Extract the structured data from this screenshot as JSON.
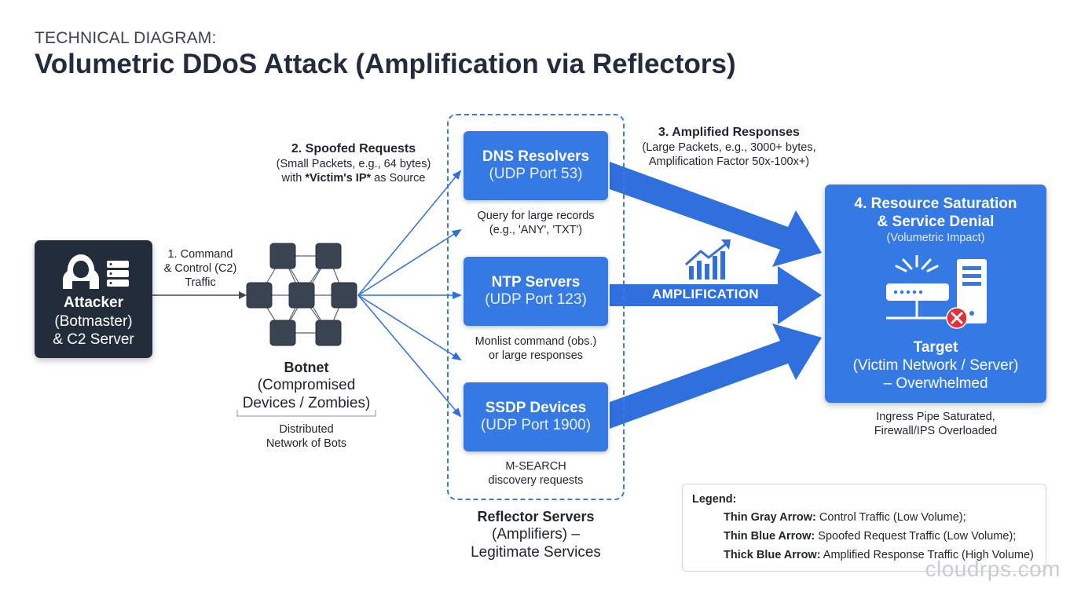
{
  "header": {
    "eyebrow": "TECHNICAL DIAGRAM:",
    "title": "Volumetric DDoS Attack (Amplification via Reflectors)"
  },
  "attacker": {
    "name": "Attacker",
    "line2": "(Botmaster)",
    "line3": "& C2 Server"
  },
  "step1": {
    "line1": "1. Command",
    "line2": "& Control (C2)",
    "line3": "Traffic"
  },
  "botnet": {
    "name": "Botnet",
    "line2": "(Compromised",
    "line3": "Devices / Zombies)",
    "note1": "Distributed",
    "note2": "Network of Bots"
  },
  "step2": {
    "title": "2. Spoofed Requests",
    "line2": "(Small Packets, e.g., 64 bytes)",
    "line3_pre": "with ",
    "line3_bold": "*Victim's IP*",
    "line3_post": " as Source"
  },
  "reflectors": {
    "dns": {
      "name": "DNS Resolvers",
      "port": "(UDP Port 53)",
      "note1": "Query for large records",
      "note2": "(e.g., 'ANY', 'TXT')"
    },
    "ntp": {
      "name": "NTP Servers",
      "port": "(UDP Port 123)",
      "note1": "Monlist command (obs.)",
      "note2": "or large responses"
    },
    "ssdp": {
      "name": "SSDP Devices",
      "port": "(UDP Port 1900)",
      "note1": "M-SEARCH",
      "note2": "discovery requests"
    },
    "group_title": "Reflector Servers",
    "group_line2": "(Amplifiers) –",
    "group_line3": "Legitimate Services"
  },
  "step3": {
    "title": "3. Amplified Responses",
    "line2": "(Large Packets, e.g., 3000+ bytes,",
    "line3": "Amplification Factor 50x-100x+)",
    "arrow_label": "AMPLIFICATION"
  },
  "target": {
    "h1": "4. Resource Saturation",
    "h2": "& Service Denial",
    "h3": "(Volumetric Impact)",
    "name": "Target",
    "line2": "(Victim Network / Server)",
    "line3": "– Overwhelmed",
    "note1": "Ingress Pipe Saturated,",
    "note2": "Firewall/IPS Overloaded"
  },
  "legend": {
    "title": "Legend:",
    "rows": [
      {
        "bold": "Thin Gray Arrow:",
        "text": " Control Traffic (Low Volume);"
      },
      {
        "bold": "Thin Blue Arrow:",
        "text": " Spoofed Request Traffic (Low Volume);"
      },
      {
        "bold": "Thick Blue Arrow:",
        "text": " Amplified Response Traffic (High Volume)"
      }
    ]
  },
  "watermark": "cloudrps.com",
  "colors": {
    "navy": "#232c3b",
    "blue": "#3579e4",
    "arrow_blue": "#2f6fde",
    "gray_arrow": "#3d4654",
    "alert_red": "#e0313b"
  },
  "icons": [
    "hacker-icon",
    "server-rack-icon",
    "botnet-network-icon",
    "bar-chart-up-icon",
    "router-icon",
    "server-tower-icon",
    "error-x-icon"
  ]
}
